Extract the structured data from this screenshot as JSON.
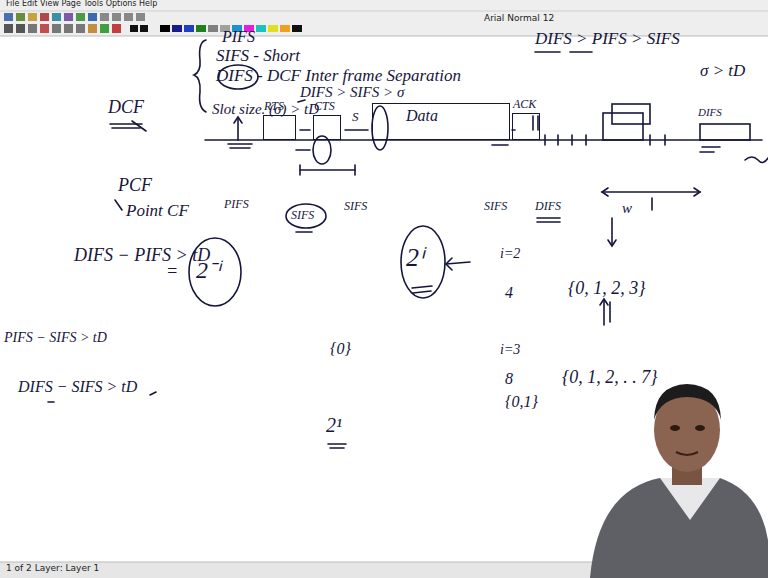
{
  "diagram": {
    "nodes": [
      {
        "text": [
          "RTS"
        ]
      },
      {
        "text": [
          "CTS"
        ]
      },
      {
        "text": [
          "Data"
        ]
      },
      {
        "text": [
          "ACK"
        ]
      }
    ],
    "labels": [
      "File Edit View Page Tools Options Help",
      "Arial Normal 12",
      "PIFS",
      "SIFS - Short",
      "DIFS - DCF Inter frame Separation",
      "DIFS > SIFS > σ",
      "Slot size. (σ) > tD",
      "S",
      "DIFS > PIFS > SIFS",
      "σ > tD",
      "DCF",
      "PCF",
      "Point CF",
      "PIFS",
      "SIFS",
      "SIFS",
      "SIFS",
      "DIFS",
      "w",
      "DIFS",
      "DIFS − PIFS > tD",
      "=",
      "2⁻ⁱ",
      "2ⁱ",
      "i=2",
      "4",
      "{0, 1, 2, 3}",
      "PIFS − SIFS > tD",
      "DIFS − SIFS > tD",
      "{0}",
      "i=3",
      "8",
      "{0, 1, 2, . . 7}",
      "2¹",
      "{0,1}",
      "1 of 2 Layer: Layer 1"
    ]
  }
}
